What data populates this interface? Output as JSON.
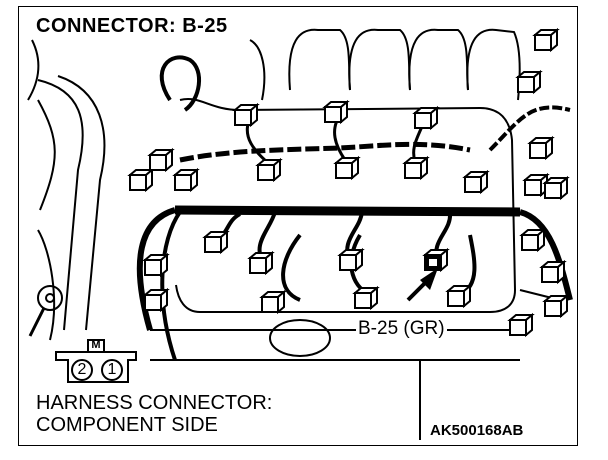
{
  "title": "CONNECTOR: B-25",
  "callout": "B-25 (GR)",
  "harness_label": {
    "line1": "HARNESS CONNECTOR:",
    "line2": "COMPONENT SIDE"
  },
  "pins": {
    "marker": "M",
    "left": "2",
    "right": "1"
  },
  "figure_id": "AK500168AB",
  "colors": {
    "line": "#000000",
    "connector_fill": "#ffffff",
    "target_fill": "#000000"
  }
}
